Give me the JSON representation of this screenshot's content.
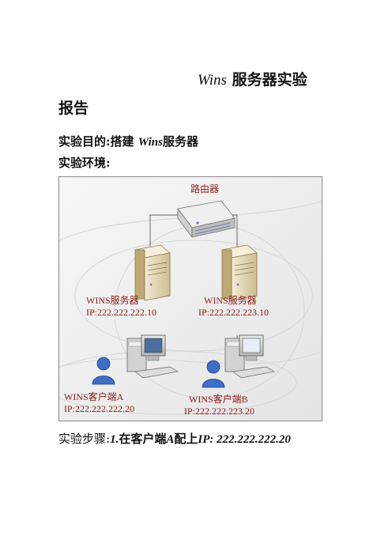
{
  "title": {
    "en": "Wins",
    "cn": "服务器实验",
    "wrap": "报告"
  },
  "purpose": {
    "label": "实验目的:",
    "text_cn": "搭建",
    "text_en": "Wins",
    "text_tail": "服务器"
  },
  "environment": {
    "label": "实验环境:"
  },
  "diagram": {
    "router_label": "路由器",
    "server_a": {
      "name": "WINS服务器",
      "ip": "IP:222.222.222.10"
    },
    "server_b": {
      "name": "WINS服务器",
      "ip": "IP:222.222.223.10"
    },
    "client_a": {
      "name": "WINS客户端A",
      "ip": "IP:222.222.222.20"
    },
    "client_b": {
      "name": "WINS客户端B",
      "ip": "IP:222.222.223.20"
    }
  },
  "steps": {
    "label": "实验步骤:",
    "num": "1.",
    "text_cn": "在客户端",
    "text_en": "A",
    "text_cn2": "配上",
    "text_ip": "IP: 222.222.222.20"
  }
}
